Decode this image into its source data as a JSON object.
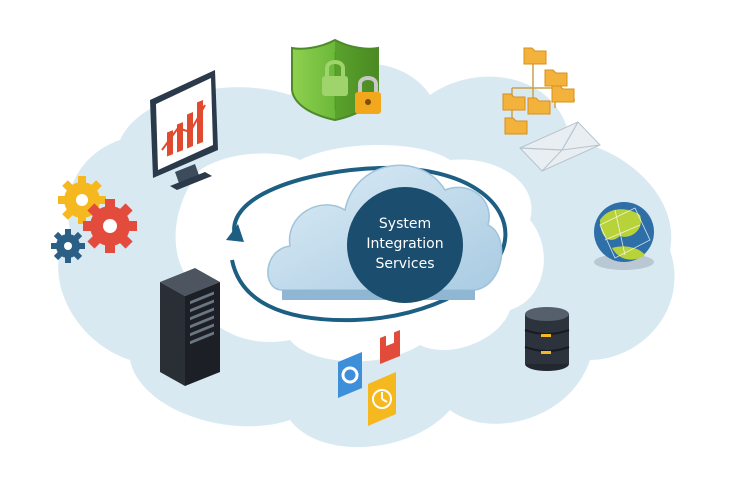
{
  "hub": {
    "line1": "System",
    "line2": "Integration",
    "line3": "Services"
  },
  "colors": {
    "ring": "#d6e8f1",
    "cloud": "#b9d7ea",
    "circle": "#1a4d6e",
    "orbit": "#1d5f82"
  },
  "icons": [
    "monitor-chart-icon",
    "shield-lock-icon",
    "folder-tree-icon",
    "envelope-icon",
    "gears-icon",
    "globe-icon",
    "server-rack-icon",
    "database-icon",
    "app-tiles-icon"
  ]
}
